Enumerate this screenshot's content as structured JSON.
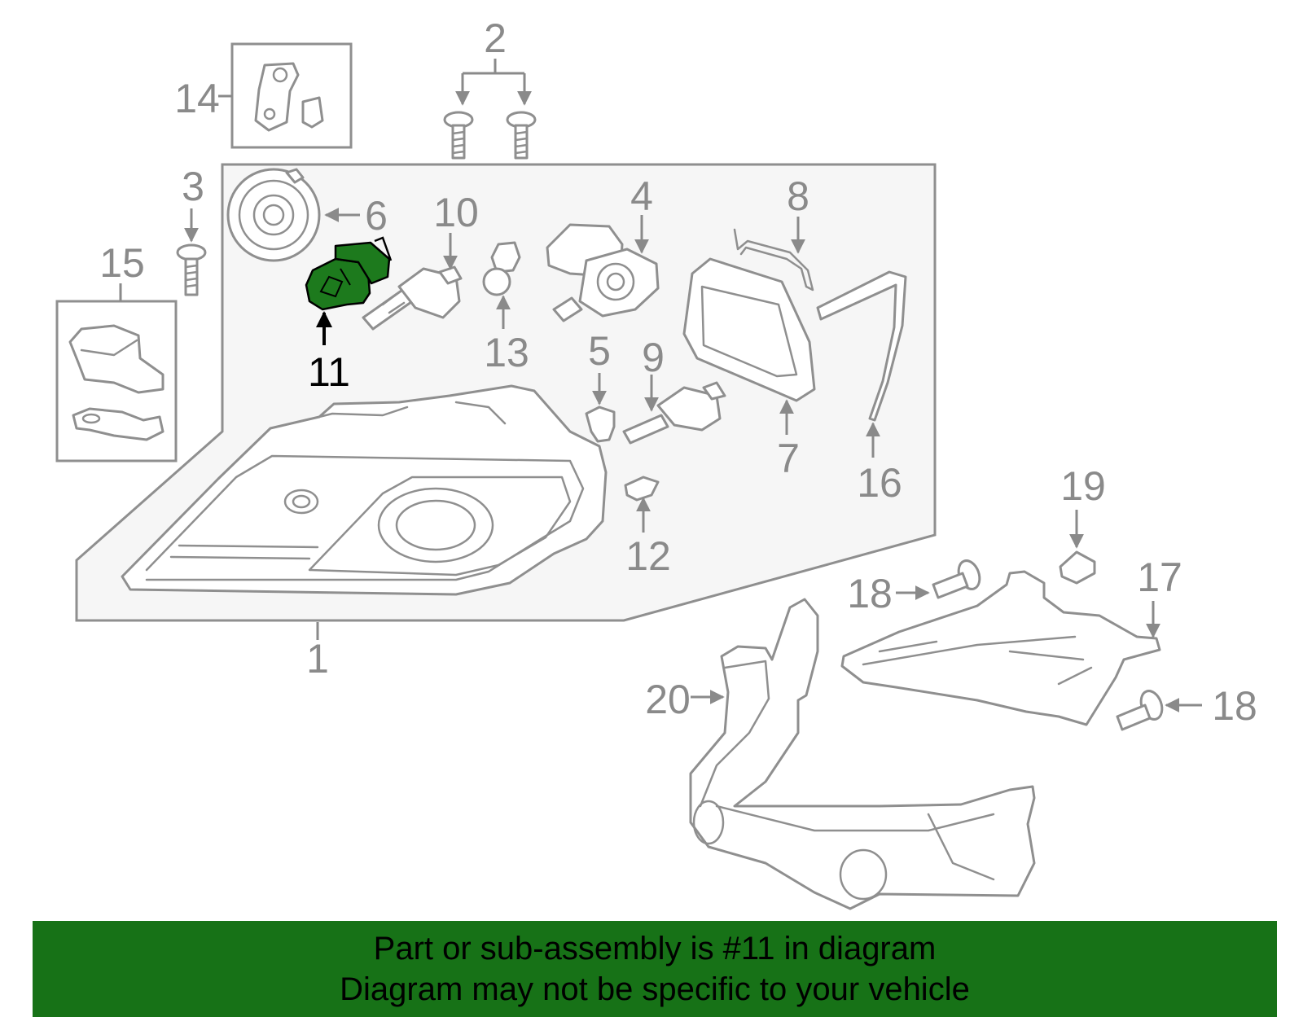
{
  "colors": {
    "banner_bg": "#177217",
    "highlight_part": "#1d7a1d",
    "callout_gray": "#8a8a8a",
    "callout_highlight": "#000000"
  },
  "diagram": {
    "highlighted_part": "11",
    "callouts": {
      "c1": "1",
      "c2": "2",
      "c3": "3",
      "c4": "4",
      "c5": "5",
      "c6": "6",
      "c7": "7",
      "c8": "8",
      "c9": "9",
      "c10": "10",
      "c11": "11",
      "c12": "12",
      "c13": "13",
      "c14": "14",
      "c15": "15",
      "c16": "16",
      "c17": "17",
      "c18a": "18",
      "c18b": "18",
      "c19": "19",
      "c20": "20"
    }
  },
  "banner": {
    "line1": "Part or sub-assembly is #11 in diagram",
    "line2": "Diagram may not be specific to your vehicle"
  }
}
